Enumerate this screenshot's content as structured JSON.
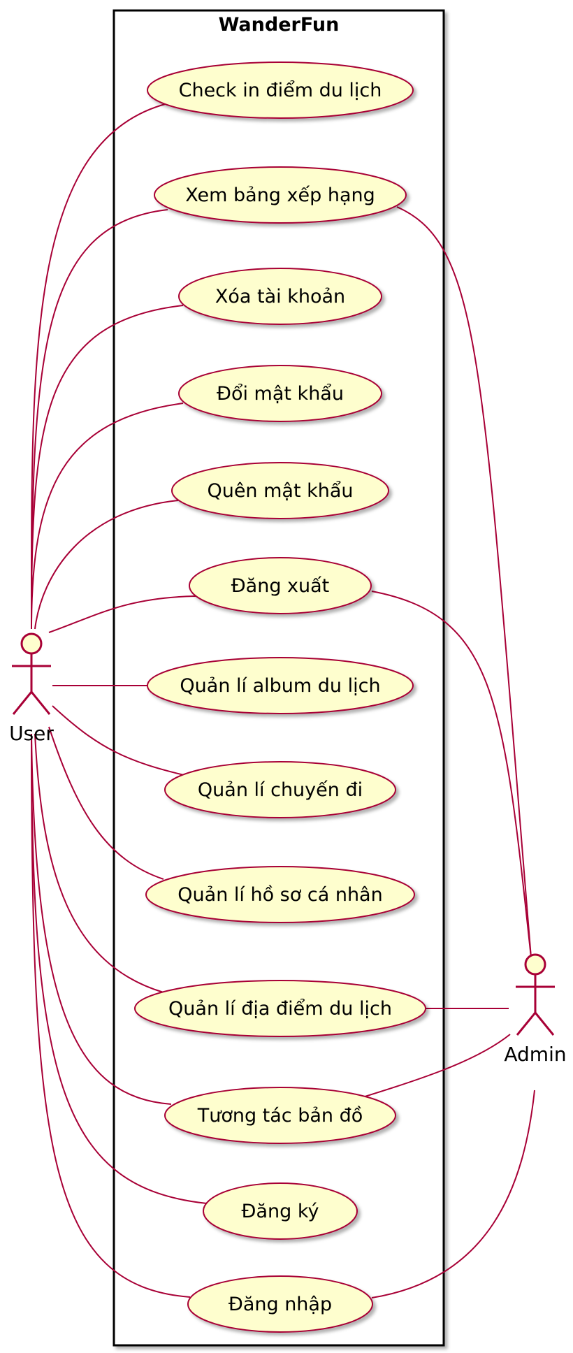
{
  "system": {
    "title": "WanderFun"
  },
  "actors": {
    "user": {
      "label": "User"
    },
    "admin": {
      "label": "Admin"
    }
  },
  "use_cases": [
    {
      "id": "checkin",
      "label": "Check in điểm du lịch",
      "actors": [
        "user"
      ]
    },
    {
      "id": "leaderboard",
      "label": "Xem bảng xếp hạng",
      "actors": [
        "user",
        "admin"
      ]
    },
    {
      "id": "delete-account",
      "label": "Xóa tài khoản",
      "actors": [
        "user"
      ]
    },
    {
      "id": "change-password",
      "label": "Đổi mật khẩu",
      "actors": [
        "user"
      ]
    },
    {
      "id": "forgot-password",
      "label": "Quên mật khẩu",
      "actors": [
        "user"
      ]
    },
    {
      "id": "logout",
      "label": "Đăng xuất",
      "actors": [
        "user",
        "admin"
      ]
    },
    {
      "id": "manage-album",
      "label": "Quản lí album du lịch",
      "actors": [
        "user"
      ]
    },
    {
      "id": "manage-trips",
      "label": "Quản lí chuyến đi",
      "actors": [
        "user"
      ]
    },
    {
      "id": "manage-profile",
      "label": "Quản lí hồ sơ cá nhân",
      "actors": [
        "user"
      ]
    },
    {
      "id": "manage-places",
      "label": "Quản lí địa điểm du lịch",
      "actors": [
        "user",
        "admin"
      ]
    },
    {
      "id": "map-interaction",
      "label": "Tương tác bản đồ",
      "actors": [
        "user",
        "admin"
      ]
    },
    {
      "id": "register",
      "label": "Đăng ký",
      "actors": [
        "user"
      ]
    },
    {
      "id": "login",
      "label": "Đăng nhập",
      "actors": [
        "user",
        "admin"
      ]
    }
  ],
  "colors": {
    "line": "#A80036",
    "usecase_fill": "#FEFECE",
    "actor_fill": "#FEFECE",
    "boundary": "#000000"
  }
}
